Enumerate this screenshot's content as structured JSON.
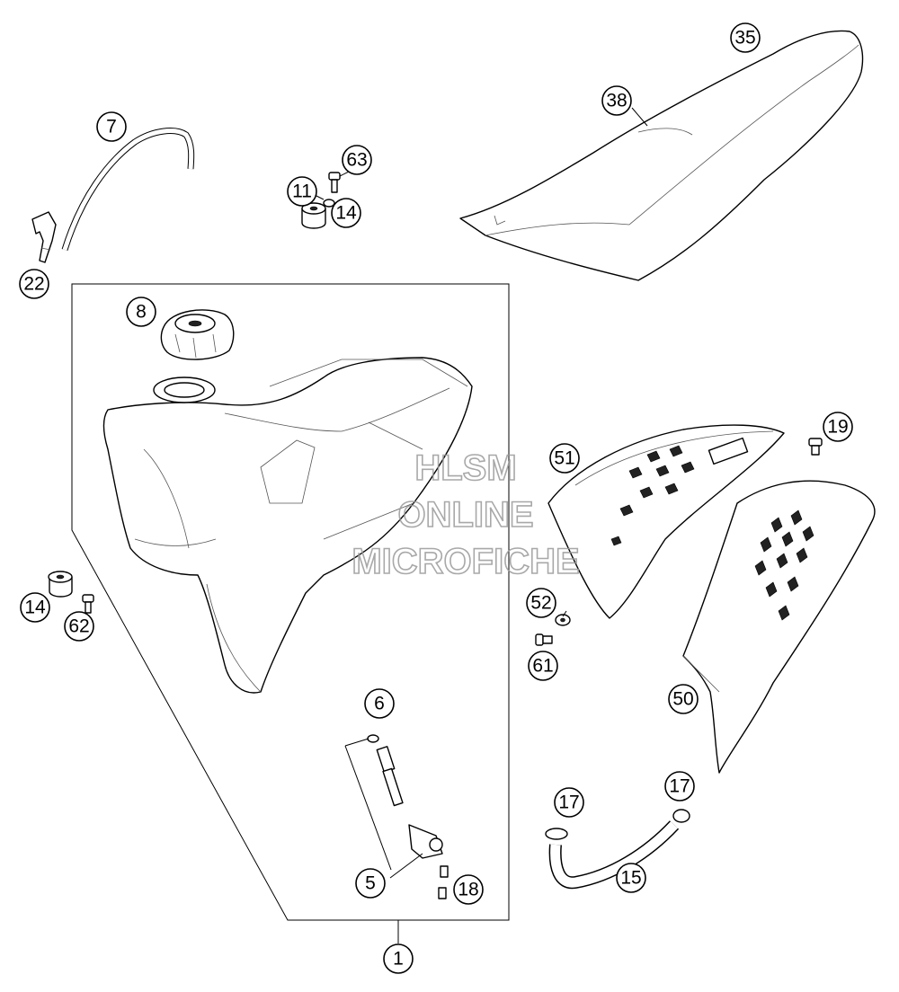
{
  "diagram": {
    "callouts": [
      {
        "id": "c35",
        "label": "35"
      },
      {
        "id": "c38",
        "label": "38"
      },
      {
        "id": "c7",
        "label": "7"
      },
      {
        "id": "c63",
        "label": "63"
      },
      {
        "id": "c11",
        "label": "11"
      },
      {
        "id": "c14a",
        "label": "14"
      },
      {
        "id": "c22",
        "label": "22"
      },
      {
        "id": "c8",
        "label": "8"
      },
      {
        "id": "c19",
        "label": "19"
      },
      {
        "id": "c51",
        "label": "51"
      },
      {
        "id": "c14b",
        "label": "14"
      },
      {
        "id": "c62",
        "label": "62"
      },
      {
        "id": "c52",
        "label": "52"
      },
      {
        "id": "c61",
        "label": "61"
      },
      {
        "id": "c6",
        "label": "6"
      },
      {
        "id": "c50",
        "label": "50"
      },
      {
        "id": "c17a",
        "label": "17"
      },
      {
        "id": "c17b",
        "label": "17"
      },
      {
        "id": "c5",
        "label": "5"
      },
      {
        "id": "c18",
        "label": "18"
      },
      {
        "id": "c15",
        "label": "15"
      },
      {
        "id": "c1",
        "label": "1"
      }
    ]
  },
  "watermark": {
    "line1": "HLSM",
    "line2": "ONLINE",
    "line3": "MICROFICHE"
  }
}
